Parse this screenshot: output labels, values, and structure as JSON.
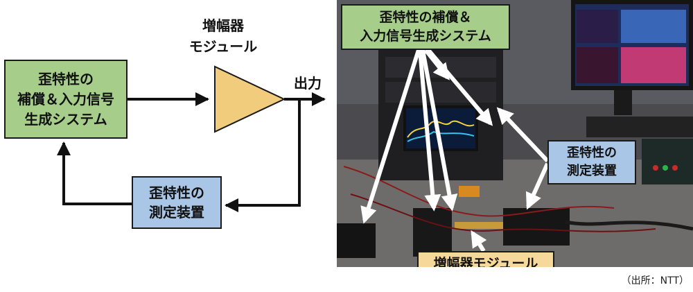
{
  "diagram": {
    "generator_box": {
      "line1": "歪特性の",
      "line2": "補償＆入力信号",
      "line3": "生成システム"
    },
    "measurement_box": {
      "line1": "歪特性の",
      "line2": "測定装置"
    },
    "amplifier_label": {
      "line1": "増幅器",
      "line2": "モジュール"
    },
    "output_label": "出力"
  },
  "photo": {
    "callout_generator": {
      "line1": "歪特性の補償＆",
      "line2": "入力信号生成システム"
    },
    "callout_measurement": {
      "line1": "歪特性の",
      "line2": "測定装置"
    },
    "callout_amplifier": "増幅器モジュール"
  },
  "source": "（出所：NTT）",
  "colors": {
    "generator_fill": "#a7cd8b",
    "measurement_fill": "#a9c6e6",
    "amplifier_fill": "#f2cc7d"
  }
}
